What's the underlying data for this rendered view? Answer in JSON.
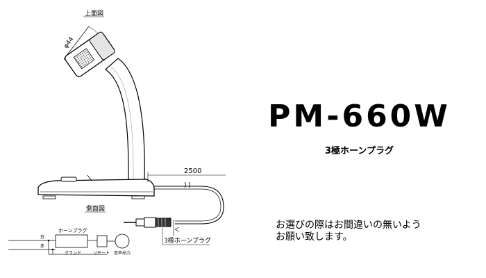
{
  "product": {
    "model": "PM-660W",
    "plug_type": "3極ホーンプラグ"
  },
  "notice": {
    "line1": "お選びの際はお間違いの無いよう",
    "line2": "お願い致します。"
  },
  "drawing": {
    "top_view_label": "上面図",
    "side_view_label": "側面図",
    "diameter_label": "φ44",
    "cable_length": "2500",
    "plug_callout": "3極ホーンプラグ"
  },
  "wiring": {
    "plug_label": "ホーンプラグ",
    "ground_label": "グランド",
    "remote_label": "リモート",
    "audio_out_label": "音声出力",
    "wire_white": "白",
    "wire_red": "赤"
  }
}
